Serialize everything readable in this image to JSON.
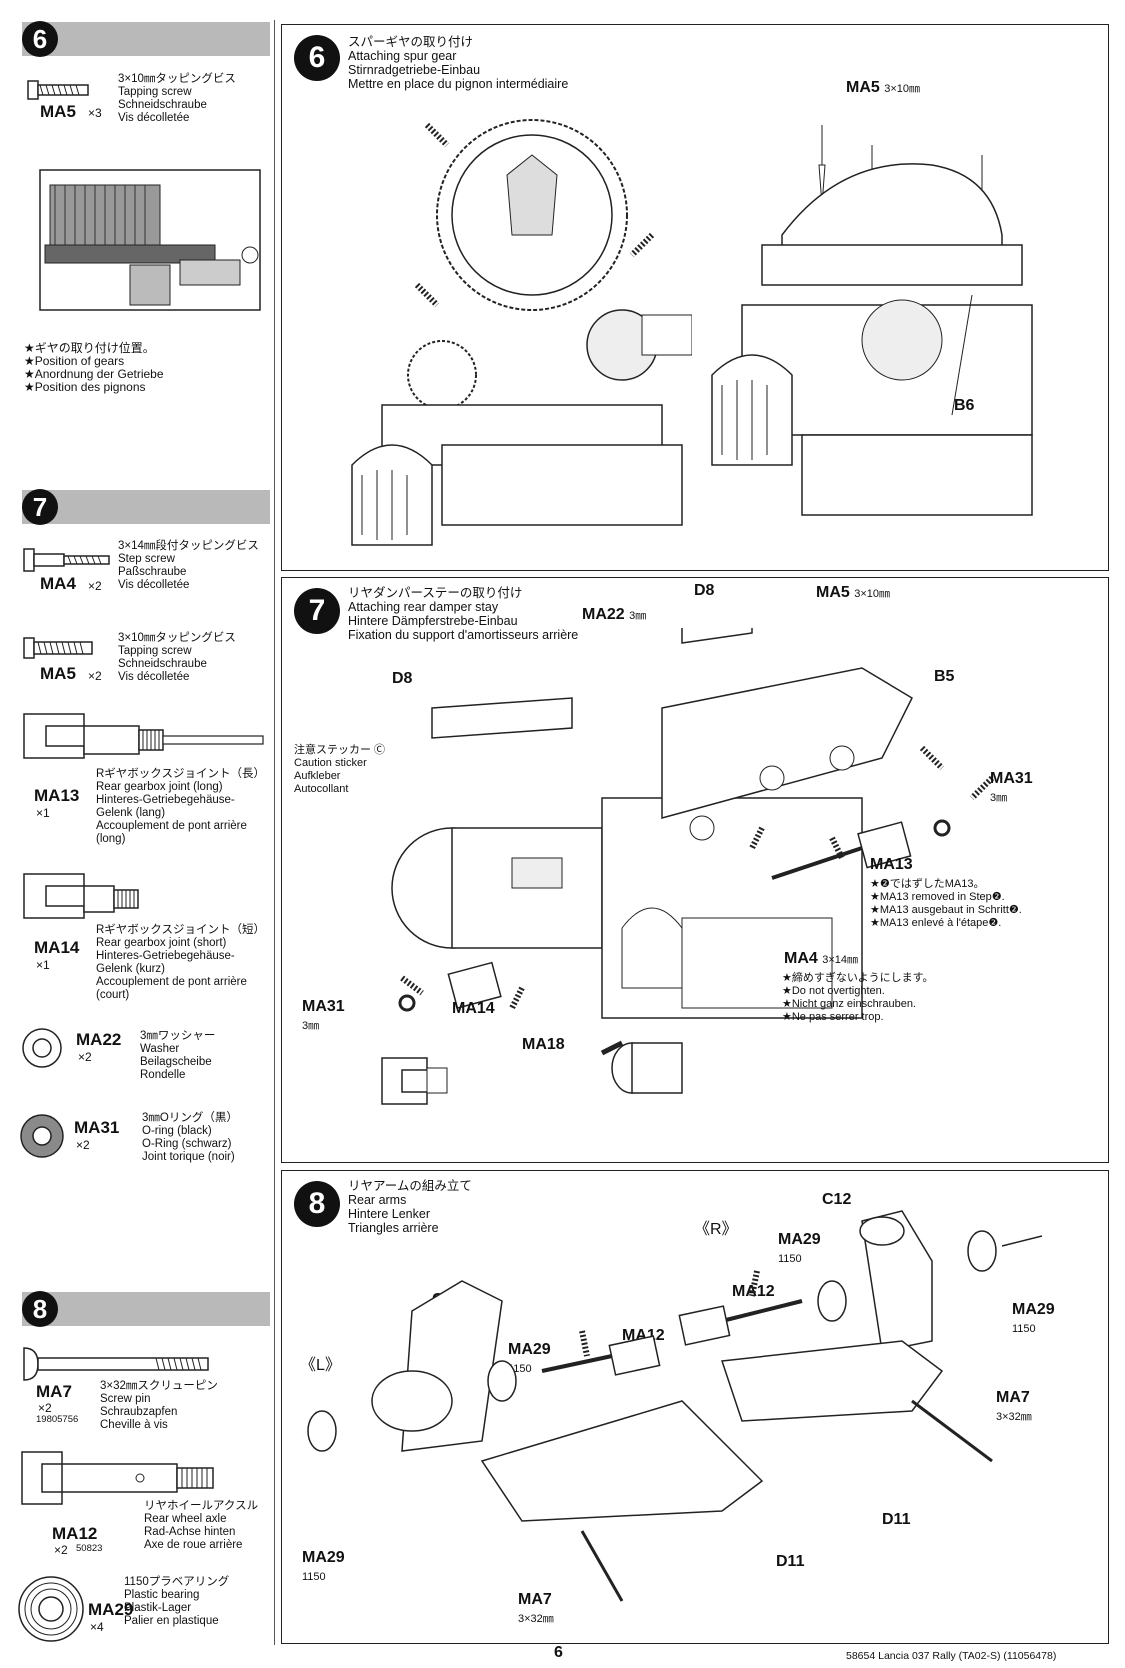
{
  "sidebar": {
    "s6": {
      "num": "6",
      "parts": [
        {
          "code": "MA5",
          "qty": "×3",
          "desc": "3×10㎜タッピングビス\nTapping screw\nSchneidschraube\nVis décolletée"
        }
      ],
      "position_note": "★ギヤの取り付け位置。\n★Position of gears\n★Anordnung der Getriebe\n★Position des pignons"
    },
    "s7": {
      "num": "7",
      "parts": [
        {
          "code": "MA4",
          "qty": "×2",
          "desc": "3×14㎜段付タッピングビス\nStep screw\nPaßschraube\nVis décolletée"
        },
        {
          "code": "MA5",
          "qty": "×2",
          "desc": "3×10㎜タッピングビス\nTapping screw\nSchneidschraube\nVis décolletée"
        },
        {
          "code": "MA13",
          "qty": "×1",
          "desc": "Rギヤボックスジョイント（長）\nRear gearbox joint (long)\nHinteres-Getriebegehäuse-\nGelenk (lang)\nAccouplement de pont arrière\n(long)"
        },
        {
          "code": "MA14",
          "qty": "×1",
          "desc": "Rギヤボックスジョイント（短）\nRear gearbox joint (short)\nHinteres-Getriebegehäuse-\nGelenk (kurz)\nAccouplement de pont arrière\n(court)"
        },
        {
          "code": "MA22",
          "qty": "×2",
          "desc": "3㎜ワッシャー\nWasher\nBeilagscheibe\nRondelle"
        },
        {
          "code": "MA31",
          "qty": "×2",
          "desc": "3㎜Oリング（黒）\nO-ring (black)\nO-Ring (schwarz)\nJoint torique (noir)"
        }
      ]
    },
    "s8": {
      "num": "8",
      "parts": [
        {
          "code": "MA7",
          "qty": "×2",
          "sub": "19805756",
          "desc": "3×32㎜スクリューピン\nScrew pin\nSchraubzapfen\nCheville à vis"
        },
        {
          "code": "MA12",
          "qty": "×2",
          "sub": "50823",
          "desc": "リヤホイールアクスル\nRear wheel axle\nRad-Achse hinten\nAxe de roue arrière"
        },
        {
          "code": "MA29",
          "qty": "×4",
          "desc": "1150プラベアリング\nPlastic bearing\nPlastik-Lager\nPalier en plastique"
        }
      ]
    }
  },
  "step6": {
    "num": "6",
    "title": "スパーギヤの取り付け\nAttaching spur gear\nStirnradgetriebe-Einbau\nMettre en place du pignon intermédiaire",
    "labels": {
      "ma5": "MA5",
      "ma5_size": "3×10㎜",
      "b6": "B6"
    }
  },
  "step7": {
    "num": "7",
    "title": "リヤダンパーステーの取り付け\nAttaching rear damper stay\nHintere Dämpferstrebe-Einbau\nFixation du support d'amortisseurs arrière",
    "labels": {
      "d8_top": "D8",
      "d8_left": "D8",
      "ma22": "MA22",
      "ma22_size": "3㎜",
      "ma5": "MA5",
      "ma5_size": "3×10㎜",
      "b5": "B5",
      "ma31_right": "MA31",
      "ma31_right_size": "3㎜",
      "ma13": "MA13",
      "ma31_left": "MA31",
      "ma31_left_size": "3㎜",
      "ma14": "MA14",
      "ma18": "MA18",
      "ma4": "MA4",
      "ma4_size": "3×14㎜"
    },
    "caution": "注意ステッカー Ⓒ\nCaution sticker\nAufkleber\nAutocollant",
    "ma13_note": "★❷ではずしたMA13。\n★MA13 removed in Step❷.\n★MA13 ausgebaut in Schritt❷.\n★MA13 enlevé à l'étape❷.",
    "ma4_note": "★締めすぎないようにします。\n★Do not overtighten.\n★Nicht ganz einschrauben.\n★Ne pas serrer trop."
  },
  "step8": {
    "num": "8",
    "title": "リヤアームの組み立て\nRear arms\nHintere Lenker\nTriangles arrière",
    "labels": {
      "left_mark": "《L》",
      "right_mark": "《R》",
      "c11": "C11",
      "c12": "C12",
      "d11_left": "D11",
      "d11_right": "D11",
      "ma29_a": "MA29",
      "ma29_a_sub": "1150",
      "ma29_b": "MA29",
      "ma29_b_sub": "1150",
      "ma29_c": "MA29",
      "ma29_c_sub": "1150",
      "ma29_d": "MA29",
      "ma29_d_sub": "1150",
      "ma12_left": "MA12",
      "ma12_right": "MA12",
      "ma7_left": "MA7",
      "ma7_left_size": "3×32㎜",
      "ma7_right": "MA7",
      "ma7_right_size": "3×32㎜"
    }
  },
  "footer": {
    "page": "6",
    "model": "58654  Lancia 037 Rally (TA02-S) (11056478)"
  }
}
